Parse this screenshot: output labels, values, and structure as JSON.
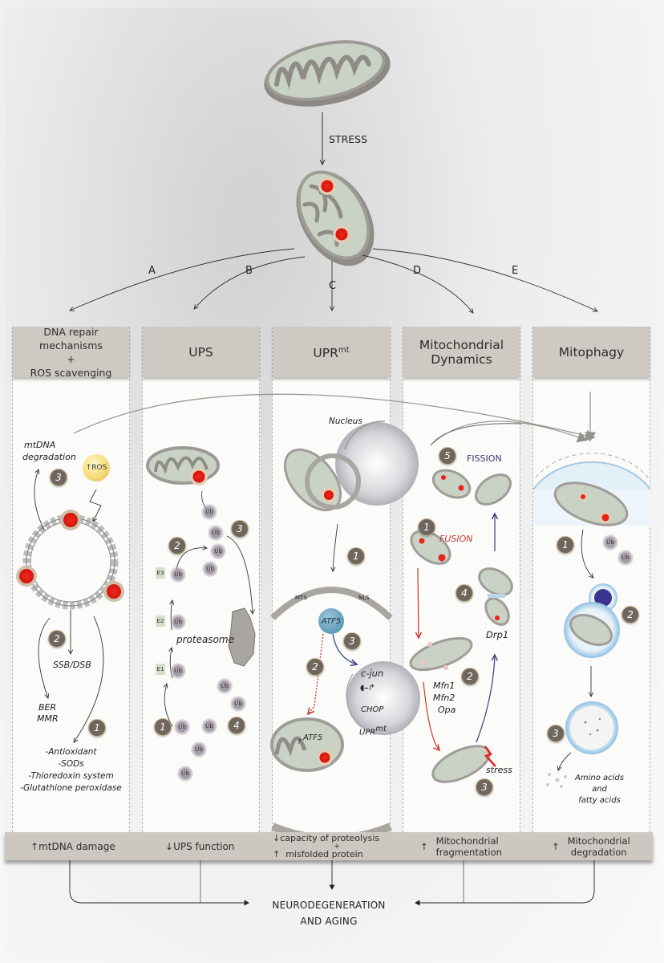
{
  "title_flow": {
    "stress_label": "STRESS",
    "branch_labels": [
      "A",
      "B",
      "C",
      "D",
      "E"
    ]
  },
  "colors": {
    "header_bg": "#cfc9c4",
    "panel_bg": "#fbfbf9",
    "badge_bg": "#6f665e",
    "damage_red": "#e8241c",
    "fusion_red": "#c7362e",
    "fission_blue": "#3b3a7a",
    "ros_yellow": "#f6dc7a",
    "atf5_blue": "#5f9cb8"
  },
  "columns": [
    {
      "id": "A",
      "header_lines": [
        "DNA repair mechanisms",
        "+",
        "ROS scavenging"
      ],
      "labels": {
        "mtdna_line1": "mtDNA",
        "mtdna_line2": "degradation",
        "ros": "ROS",
        "ssb_dsb": "SSB/DSB",
        "ber": "BER",
        "mmr": "MMR",
        "antioxidant_list": [
          "-Antioxidant",
          "-SODs",
          "-Thioredoxin system",
          "-Glutathione peroxidase"
        ]
      },
      "badges": [
        "3",
        "2",
        "1"
      ],
      "outcome": {
        "arrow": "↑",
        "text": "mtDNA damage"
      }
    },
    {
      "id": "B",
      "header_lines": [
        "UPS"
      ],
      "labels": {
        "ub": "Ub",
        "e3": "E3",
        "e2": "E2",
        "e1": "E1",
        "proteasome": "proteasome"
      },
      "badges": [
        "3",
        "2",
        "1",
        "4"
      ],
      "outcome": {
        "arrow": "↓",
        "text": "UPS function"
      }
    },
    {
      "id": "C",
      "header_main": "UPR",
      "header_sup": "mt",
      "labels": {
        "nucleus": "Nucleus",
        "mts": "MTS",
        "nls": "NLS",
        "atf5": "ATF5",
        "c_jun": "c-jun",
        "chop": "CHOP",
        "upr": "UPR",
        "upr_sup": "mt",
        "atf5_mito": "ATF5",
        "question": "?"
      },
      "badges": [
        "1",
        "3",
        "2"
      ],
      "outcome": {
        "line1_arrow": "↓",
        "line1": "capacity of proteolysis",
        "plus": "+",
        "line2_arrow": "↑",
        "line2": "misfolded protein"
      }
    },
    {
      "id": "D",
      "header_lines": [
        "Mitochondrial",
        "Dynamics"
      ],
      "labels": {
        "fission": "FISSION",
        "fusion": "FUSION",
        "drp1": "Drp1",
        "mfn1": "Mfn1",
        "mfn2": "Mfn2",
        "opa": "Opa",
        "stress": "stress"
      },
      "badges": [
        "5",
        "1",
        "4",
        "2",
        "3"
      ],
      "outcome": {
        "arrow": "↑",
        "line1": "Mitochondrial",
        "line2": "fragmentation"
      }
    },
    {
      "id": "E",
      "header_lines": [
        "Mitophagy"
      ],
      "labels": {
        "ub": "Ub",
        "amino_line1": "Amino acids",
        "amino_line2": "and",
        "amino_line3": "fatty acids"
      },
      "badges": [
        "1",
        "2",
        "3"
      ],
      "outcome": {
        "arrow": "↑",
        "line1": "Mitochondrial",
        "line2": "degradation"
      }
    }
  ],
  "final": {
    "line1": "NEURODEGENERATION",
    "line2": "AND AGING"
  }
}
